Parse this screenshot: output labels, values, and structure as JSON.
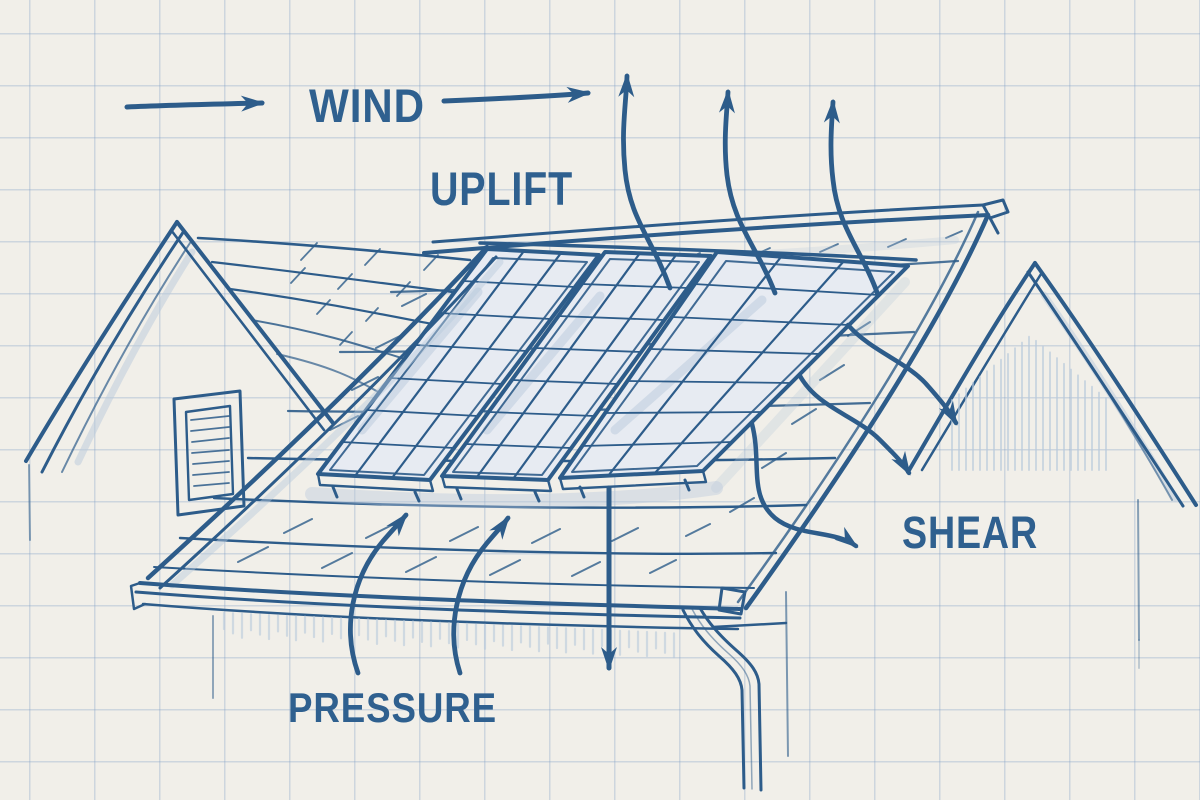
{
  "page": {
    "title": "Wind forces on rooftop solar panels — blueprint sketch"
  },
  "labels": {
    "wind": "WIND",
    "uplift": "UPLIFT",
    "shear": "SHEAR",
    "pressure": "PRESSURE"
  },
  "annotations": {
    "wind_arrow_count": 2,
    "uplift_arrow_count": 3,
    "shear_arrow_count": 3,
    "pressure_arrow_count": 2,
    "downward_load_arrow_count": 1
  },
  "scene": {
    "subject": "house roof with three solar panels between two gable peaks, gutter and downspout at eave",
    "style": "hand-drawn blue ink sketch on graph paper"
  },
  "colors": {
    "paper": "#f1efe9",
    "grid_line": "#ccd8e4",
    "ink": "#2d5c8a",
    "label_text": "#2f608f",
    "shadow_wash": "#b9c9dc",
    "panel_tint": "#e7ebf2"
  }
}
